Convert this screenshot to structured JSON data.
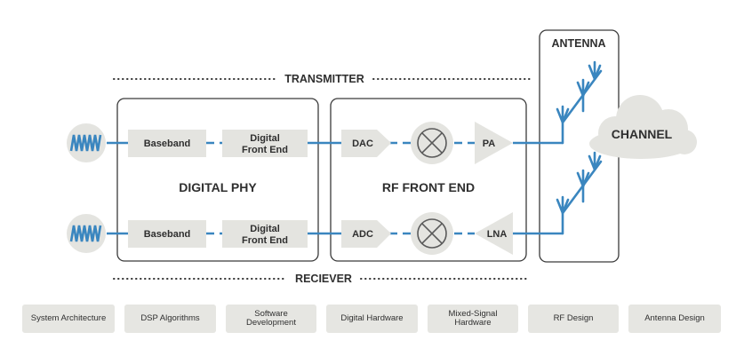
{
  "sections": {
    "transmitter": "TRANSMITTER",
    "receiver": "RECIEVER",
    "antenna": "ANTENNA",
    "channel": "CHANNEL",
    "digital_phy": "DIGITAL PHY",
    "rf_front_end": "RF FRONT END"
  },
  "transmit_path": {
    "baseband": "Baseband",
    "dfe_line1": "Digital",
    "dfe_line2": "Front End",
    "converter": "DAC",
    "amplifier": "PA"
  },
  "receive_path": {
    "baseband": "Baseband",
    "dfe_line1": "Digital",
    "dfe_line2": "Front End",
    "converter": "ADC",
    "amplifier": "LNA"
  },
  "skills": [
    "System Architecture",
    "DSP Algorithms",
    "Software\nDevelopment",
    "Digital Hardware",
    "Mixed-Signal\nHardware",
    "RF Design",
    "Antenna Design"
  ],
  "colors": {
    "signal": "#3a86bf",
    "block": "#e4e4e0",
    "frame": "#3a3a3a",
    "text": "#2f2f2f"
  }
}
